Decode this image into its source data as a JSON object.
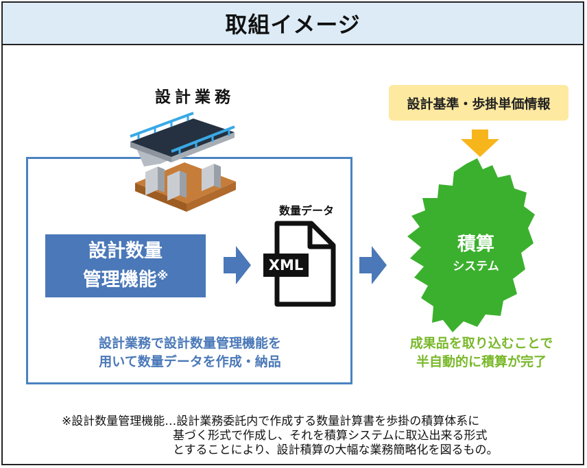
{
  "header": {
    "title": "取組イメージ"
  },
  "left": {
    "design_label": "設計業務",
    "function_box": {
      "line1": "設計数量",
      "line2": "管理機能",
      "mark": "※"
    },
    "caption": {
      "line1": "設計業務で設計数量管理機能を",
      "line2": "用いて数量データを作成・納品"
    }
  },
  "middle": {
    "quantity_label": "数量データ",
    "file_icon": {
      "name": "xml-file-icon",
      "text": "XML"
    }
  },
  "right": {
    "standard_box": "設計基準・歩掛単価情報",
    "map": {
      "title": "積算",
      "subtitle": "システム"
    },
    "caption": {
      "line1": "成果品を取り込むことで",
      "line2": "半自動的に積算が完了"
    }
  },
  "note": {
    "line1": "※設計数量管理機能…設計業務委託内で作成する数量計算書を歩掛の積算体系に",
    "line2": "基づく形式で作成し、それを積算システムに取込出来る形式",
    "line3": "とすることにより、設計積算の大幅な業務簡略化を図るもの。"
  },
  "colors": {
    "header_bg": "#dcebf6",
    "blue": "#4a78b8",
    "frame_blue": "#4a82c0",
    "yellow_box": "#fde9a0",
    "arrow_yellow": "#f7b51c",
    "green": "#3bb02e",
    "green_text": "#79b82a"
  }
}
